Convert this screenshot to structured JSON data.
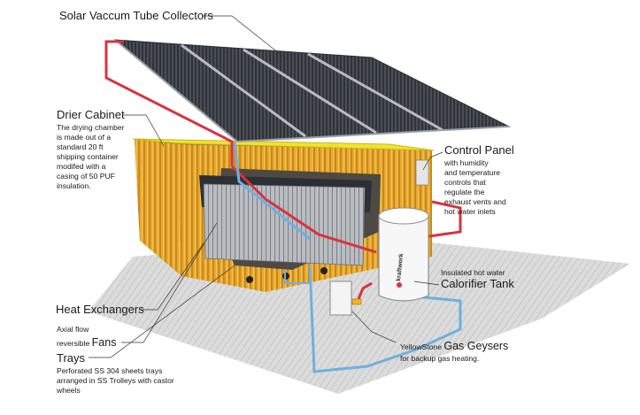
{
  "labels": {
    "solar": {
      "title": "Solar Vaccum Tube Collectors"
    },
    "drier": {
      "title": "Drier Cabinet",
      "lines": [
        "The drying chamber",
        "is made out of a",
        "standard 20 ft",
        "shipping container",
        "modifed with a",
        "casing of 50 PUF",
        "insulation."
      ]
    },
    "control": {
      "title": "Control Panel",
      "lines": [
        "with humidity",
        "and temperature",
        "controls that",
        "regulate the",
        "exhaust vents and",
        "hot water inlets"
      ]
    },
    "calorifier": {
      "line1": "Insulated hot water",
      "title": "Calorifier Tank"
    },
    "heat_exchangers": {
      "title": "Heat Exchangers"
    },
    "fans": {
      "line1": "Axial flow",
      "prefix": "reversible ",
      "title": "Fans"
    },
    "trays": {
      "title": "Trays",
      "lines": [
        "Perforated SS 304 sheets trays",
        "arranged in SS Trolleys with castor",
        "wheels"
      ]
    },
    "geysers": {
      "prefix": "YellowStone ",
      "title": "Gas Geysers",
      "line2": "for backup gas heating."
    }
  },
  "tank_brand": "kraftwork",
  "colors": {
    "container": "#e8a92f",
    "container_dark": "#c48318",
    "roof_yellow": "#f2e230",
    "pipe_red": "#d8333f",
    "pipe_blue": "#6fb0dd",
    "panel": "#5b6168",
    "ground": "#d9d9d9"
  }
}
